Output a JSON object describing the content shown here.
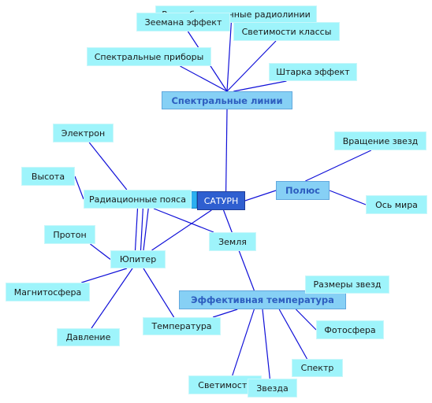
{
  "map": {
    "root": "САТУРН",
    "hubs": {
      "spectral": "Спектральные линии",
      "pole": "Полюс",
      "efftemp": "Эффективная температура"
    },
    "nodes": {
      "recomb": "Рекомбинационные радиолинии",
      "zeeman": "Зеемана эффект",
      "lumclass": "Светимости классы",
      "specinst": "Спектральные приборы",
      "stark": "Штарка эффект",
      "electron": "Электрон",
      "height": "Высота",
      "radbelt": "Радиационные пояса",
      "proton": "Протон",
      "jupiter": "Юпитер",
      "magnet": "Магнитосфера",
      "pressure": "Давление",
      "temperature": "Температура",
      "earth": "Земля",
      "rotation": "Вращение звезд",
      "axis": "Ось мира",
      "starsize": "Размеры звезд",
      "photosphere": "Фотосфера",
      "spectrum": "Спектр",
      "luminosity": "Светимость",
      "star": "Звезда"
    }
  },
  "colors": {
    "line": "#1010d8",
    "leaf": "#9ef4fb",
    "hub": "#86d0f5",
    "hub_text": "#2d5dbf",
    "root": "#2f5fd0"
  }
}
